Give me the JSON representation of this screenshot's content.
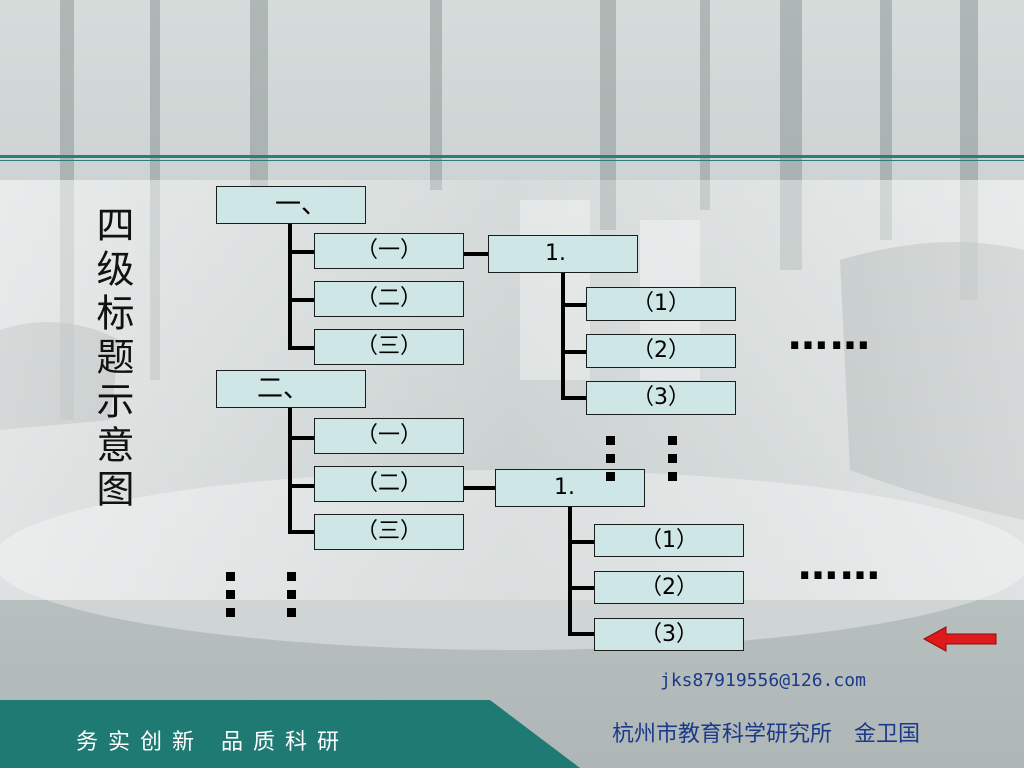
{
  "title": "四级标题示意图",
  "levels": {
    "l1_a": "一、",
    "l1_b": "二、",
    "l2_a1": "（一）",
    "l2_a2": "（二）",
    "l2_a3": "（三）",
    "l2_b1": "（一）",
    "l2_b2": "（二）",
    "l2_b3": "（三）",
    "l3_a": "1.",
    "l3_b": "1.",
    "l4_a1": "（1）",
    "l4_a2": "（2）",
    "l4_a3": "（3）",
    "l4_b1": "（1）",
    "l4_b2": "（2）",
    "l4_b3": "（3）"
  },
  "ellipsis": "……",
  "email": "jks87919556@126.com",
  "footer": {
    "slogan": "务实创新   品质科研",
    "org": "杭州市教育科学研究所　金卫国"
  },
  "colors": {
    "accent": "#2a7f7a",
    "box_fill": "#cfe6e6",
    "footer_bg": "#1f7a74",
    "arrow": "#e0191a",
    "text_blue": "#1b3a8a"
  },
  "icons": {
    "back_arrow": "left-arrow-icon"
  }
}
